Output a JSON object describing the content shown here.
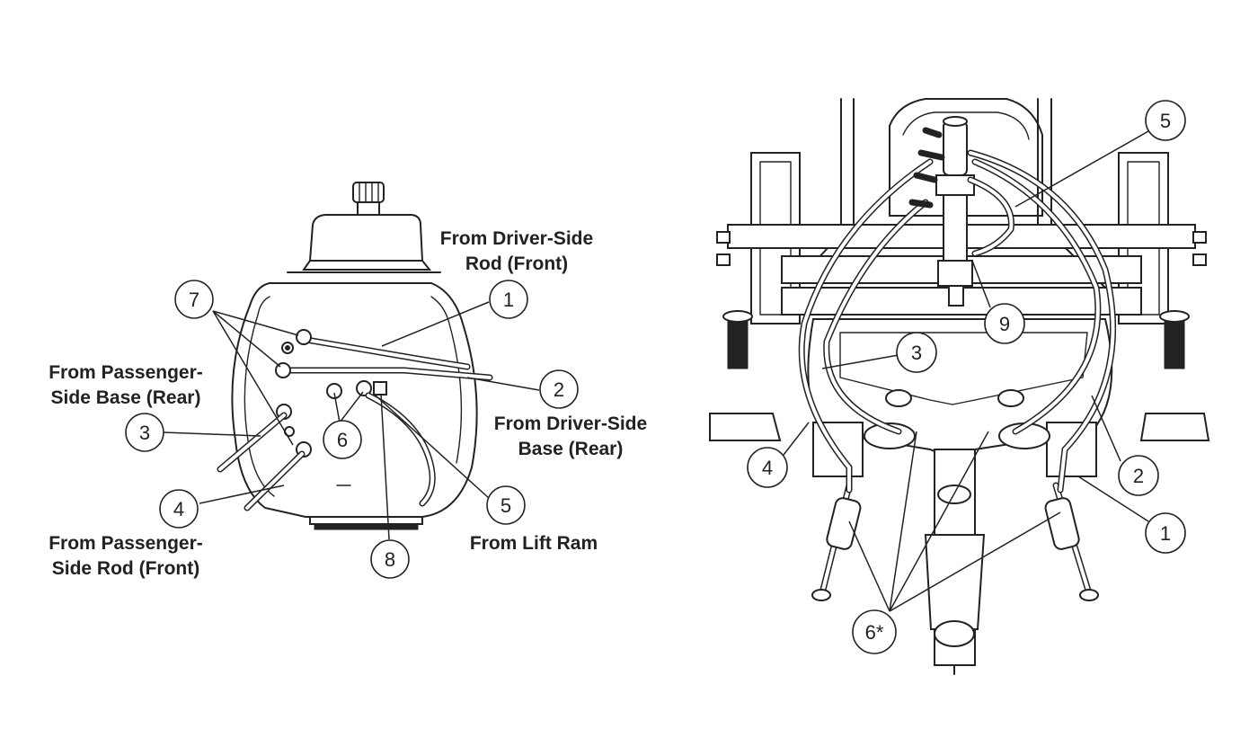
{
  "left_view": {
    "labels": {
      "driver_rod_front_1": "From Driver-Side",
      "driver_rod_front_2": "Rod (Front)",
      "passenger_base_rear_1": "From Passenger-",
      "passenger_base_rear_2": "Side Base (Rear)",
      "driver_base_rear_1": "From Driver-Side",
      "driver_base_rear_2": "Base (Rear)",
      "lift_ram": "From Lift Ram",
      "passenger_rod_front_1": "From Passenger-",
      "passenger_rod_front_2": "Side Rod (Front)"
    },
    "callouts": [
      "7",
      "1",
      "2",
      "3",
      "6",
      "4",
      "5",
      "8"
    ]
  },
  "right_view": {
    "callouts": [
      "5",
      "9",
      "3",
      "4",
      "2",
      "1",
      "6*"
    ]
  }
}
